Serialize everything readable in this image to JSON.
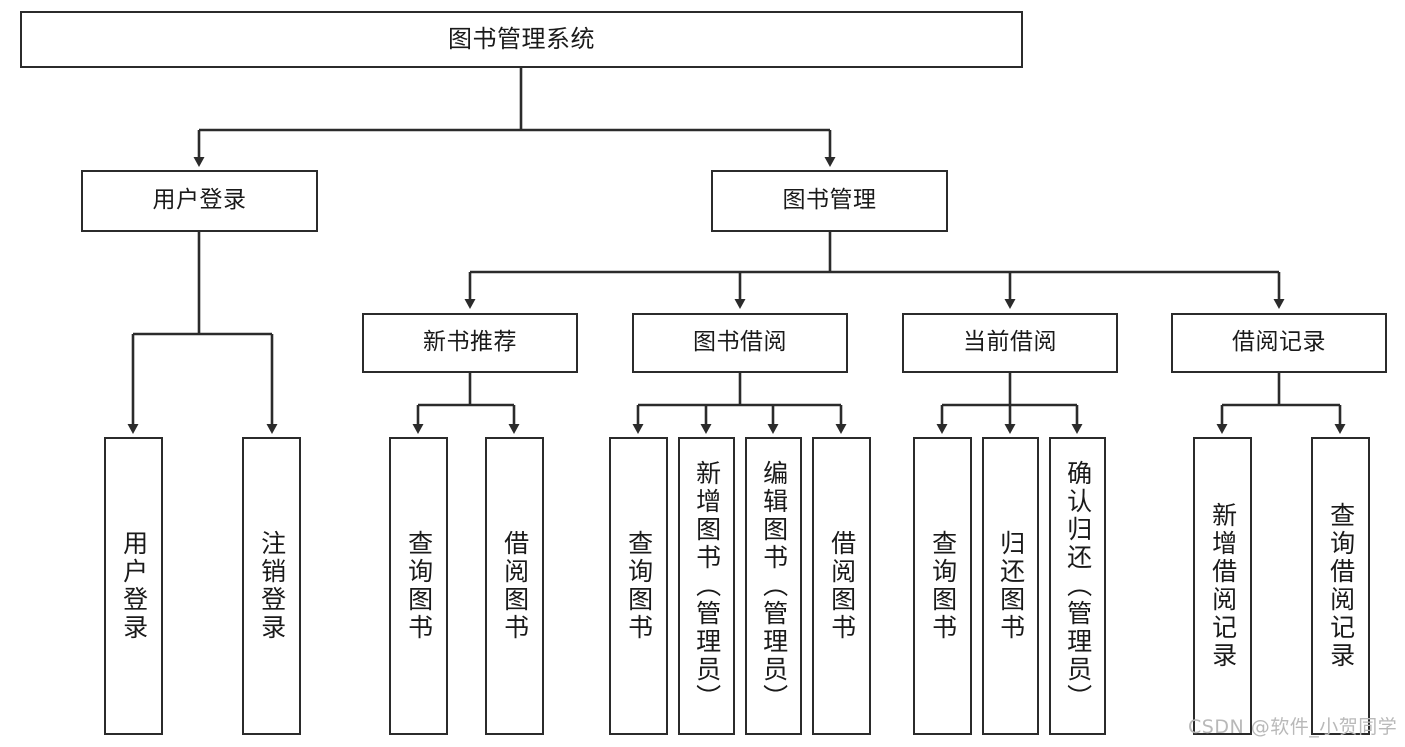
{
  "diagram": {
    "title": "图书管理系统",
    "watermark": "CSDN @软件_小贺同学",
    "style": {
      "border_color": "#2b2b2b",
      "line_color": "#2b2b2b",
      "background": "#ffffff",
      "text_color": "#1a1a1a",
      "watermark_color": "#b9b9b9"
    },
    "nodes": {
      "root": {
        "label": "图书管理系统"
      },
      "level1": [
        {
          "label": "用户登录"
        },
        {
          "label": "图书管理"
        }
      ],
      "level2": [
        {
          "label": "新书推荐"
        },
        {
          "label": "图书借阅"
        },
        {
          "label": "当前借阅"
        },
        {
          "label": "借阅记录"
        }
      ],
      "leaves": {
        "user_login": [
          {
            "label": "用户登录"
          },
          {
            "label": "注销登录"
          }
        ],
        "new_book_recommend": [
          {
            "label": "查询图书"
          },
          {
            "label": "借阅图书"
          }
        ],
        "book_borrow": [
          {
            "label": "查询图书"
          },
          {
            "label": "新增图书（管理员）"
          },
          {
            "label": "编辑图书（管理员）"
          },
          {
            "label": "借阅图书"
          }
        ],
        "current_borrow": [
          {
            "label": "查询图书"
          },
          {
            "label": "归还图书"
          },
          {
            "label": "确认归还（管理员）"
          }
        ],
        "borrow_record": [
          {
            "label": "新增借阅记录"
          },
          {
            "label": "查询借阅记录"
          }
        ]
      }
    }
  }
}
